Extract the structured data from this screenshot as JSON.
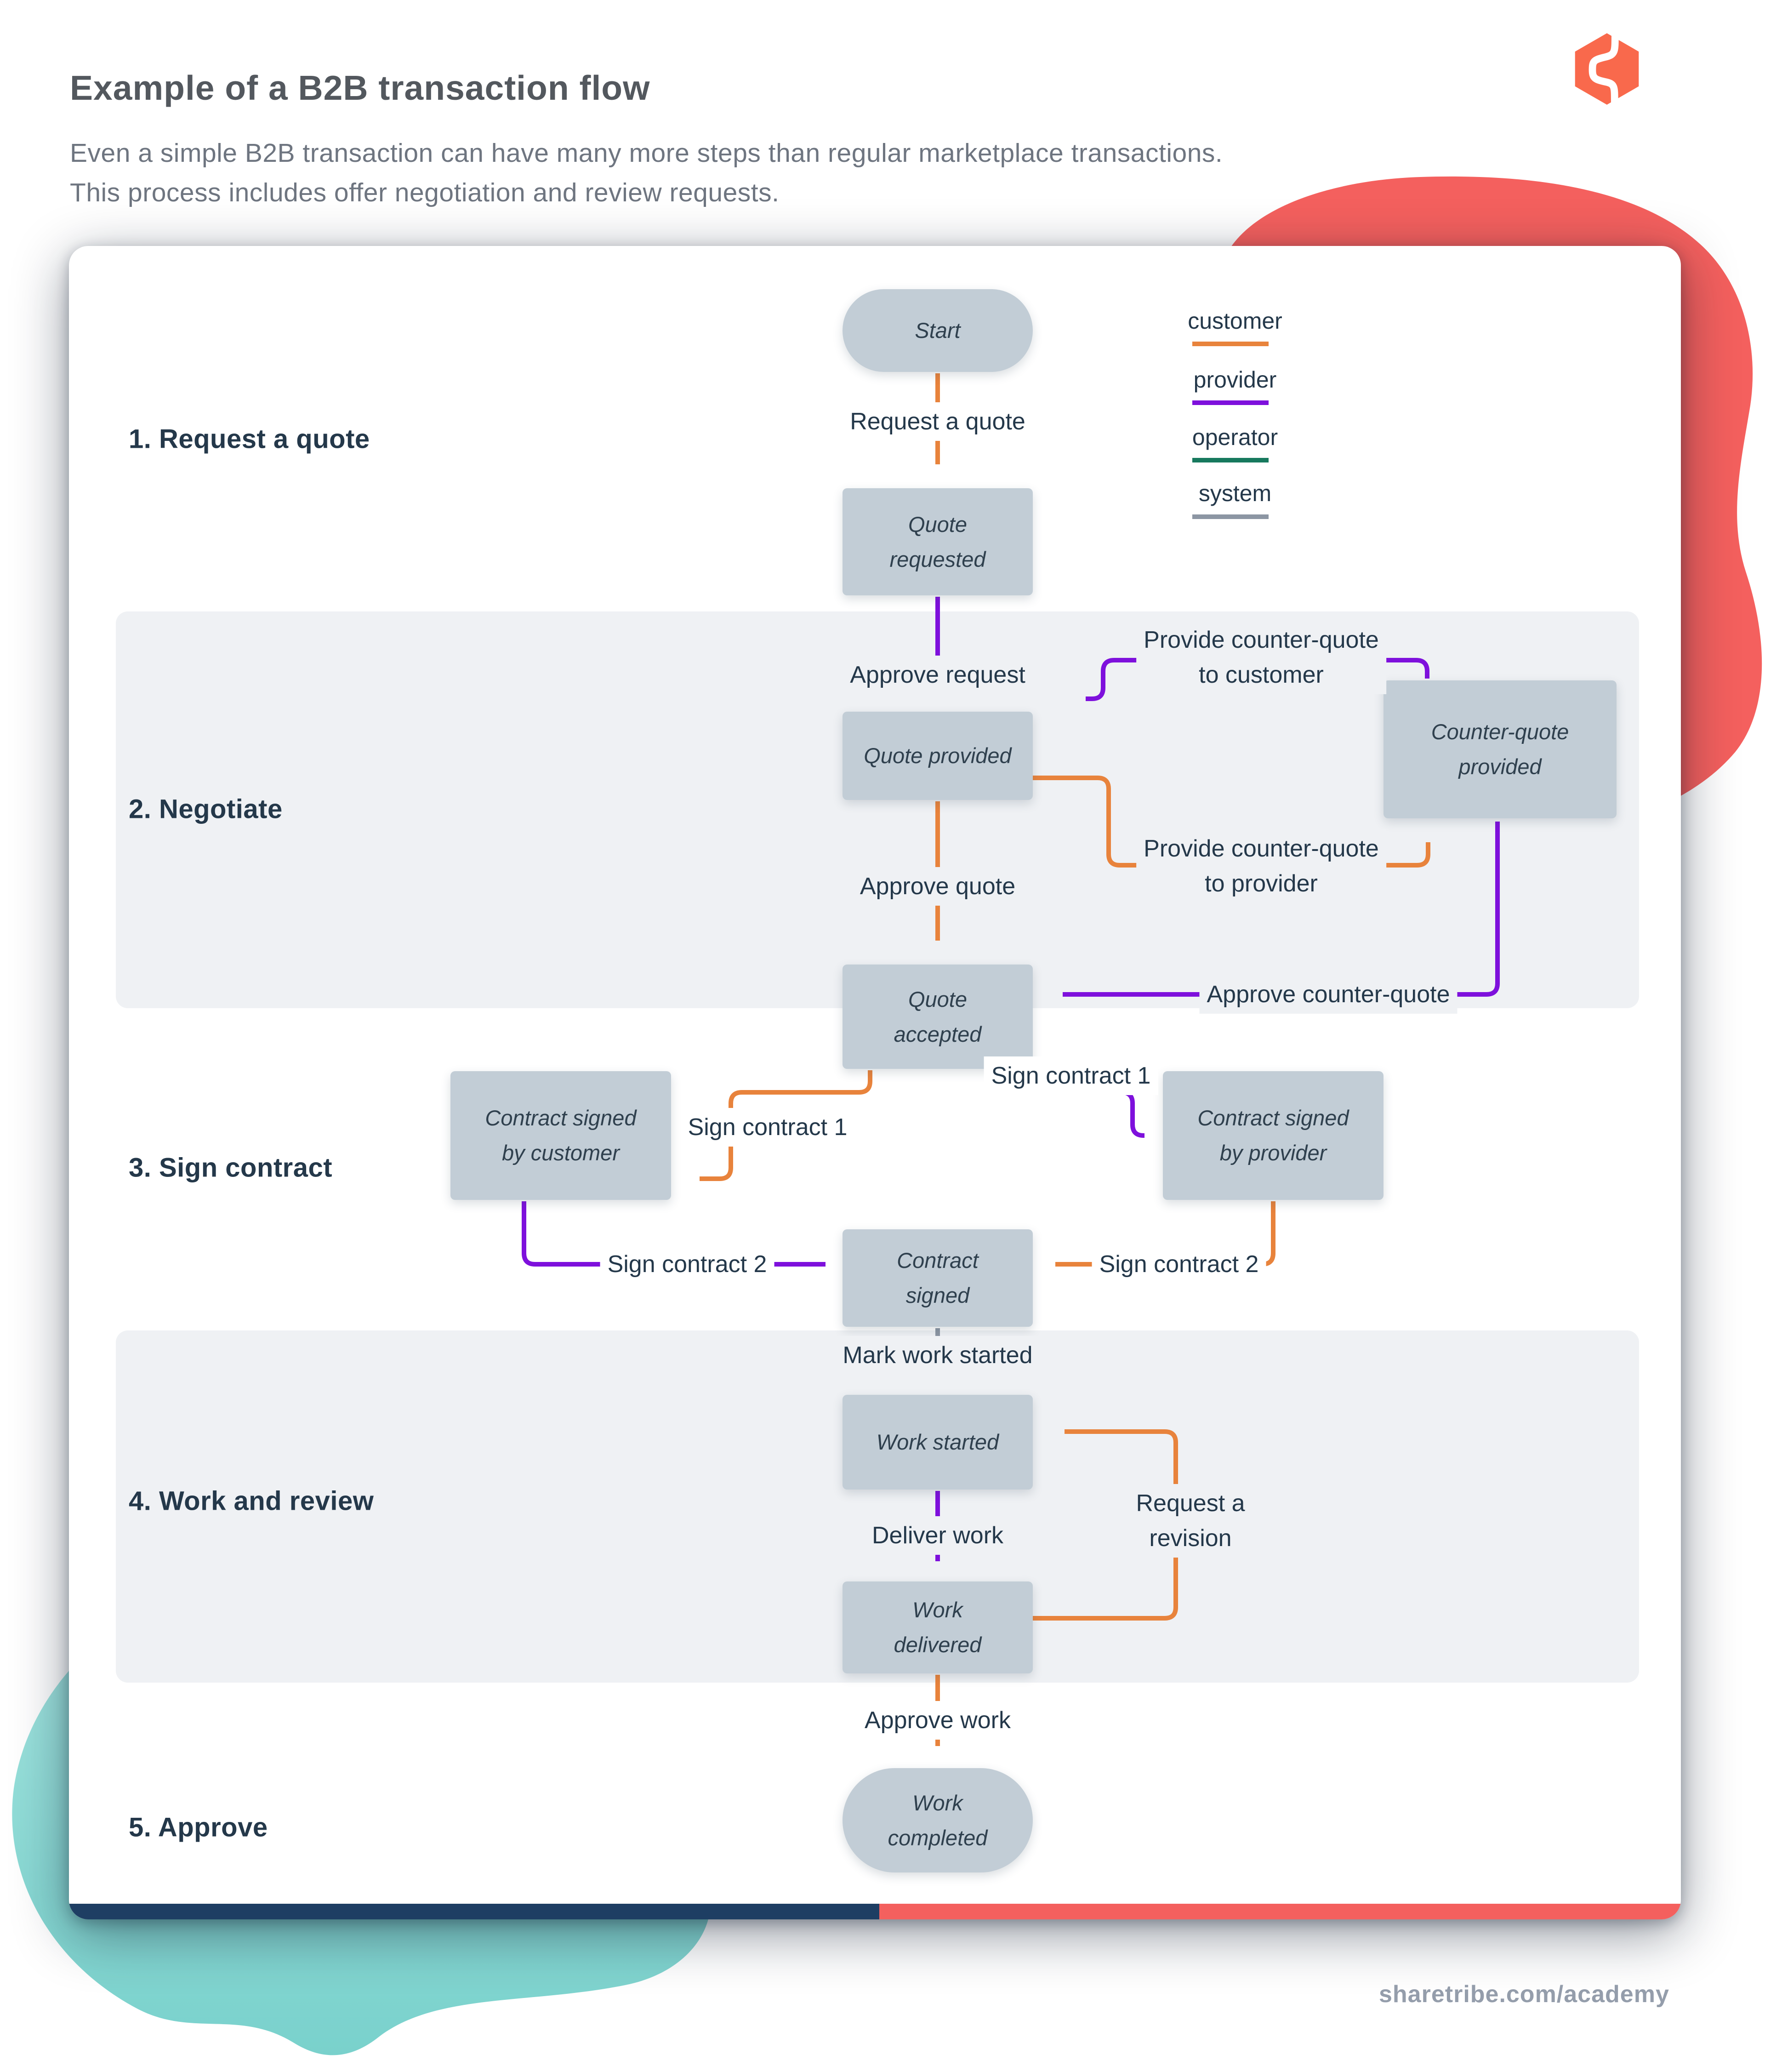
{
  "header": {
    "title": "Example of a B2B transaction flow",
    "subtitle_line1": "Even a simple B2B transaction can have many more steps than regular marketplace transactions.",
    "subtitle_line2": "This process includes offer negotiation and review requests."
  },
  "branding": {
    "logo_icon": "sharetribe-hexagon-logo",
    "footer_link": "sharetribe.com/academy"
  },
  "legend": {
    "items": [
      {
        "label": "customer",
        "color": "#E8833C"
      },
      {
        "label": "provider",
        "color": "#7E10DC"
      },
      {
        "label": "operator",
        "color": "#17795E"
      },
      {
        "label": "system",
        "color": "#8C96A3"
      }
    ]
  },
  "sections": [
    {
      "label": "1. Request a quote"
    },
    {
      "label": "2. Negotiate"
    },
    {
      "label": "3. Sign contract"
    },
    {
      "label": "4. Work and review"
    },
    {
      "label": "5. Approve"
    }
  ],
  "nodes": {
    "start": {
      "label": "Start"
    },
    "quote_requested": {
      "label": "Quote\nrequested"
    },
    "quote_provided": {
      "label": "Quote provided"
    },
    "counter_quote_provided": {
      "label": "Counter-quote\nprovided"
    },
    "quote_accepted": {
      "label": "Quote\naccepted"
    },
    "contract_signed_customer": {
      "label": "Contract signed\nby customer"
    },
    "contract_signed_provider": {
      "label": "Contract signed\nby provider"
    },
    "contract_signed": {
      "label": "Contract\nsigned"
    },
    "work_started": {
      "label": "Work started"
    },
    "work_delivered": {
      "label": "Work\ndelivered"
    },
    "work_completed": {
      "label": "Work\ncompleted"
    }
  },
  "transitions": {
    "request_a_quote": "Request a quote",
    "approve_request": "Approve request",
    "provide_counter_quote_customer": "Provide counter-quote\nto customer",
    "provide_counter_quote_provider": "Provide counter-quote\nto provider",
    "approve_quote": "Approve quote",
    "approve_counter_quote": "Approve counter-quote",
    "sign_contract_1_left": "Sign contract 1",
    "sign_contract_1_right": "Sign contract 1",
    "sign_contract_2_left": "Sign contract 2",
    "sign_contract_2_right": "Sign contract 2",
    "mark_work_started": "Mark work started",
    "deliver_work": "Deliver work",
    "request_a_revision": "Request a\nrevision",
    "approve_work": "Approve work"
  },
  "colors": {
    "customer_arrow": "#E8833C",
    "provider_arrow": "#7E10DC",
    "operator_arrow": "#17795E",
    "system_arrow": "#8C96A3",
    "node_fill": "#C2CDD6",
    "node_text": "#2F404E",
    "label_text": "#24384A",
    "section_band": "#EFF1F4",
    "card_background": "#FFFFFF",
    "footer_bar_navy": "#1E3E63",
    "footer_bar_red": "#F4605E",
    "coral_blob": "#F4605E",
    "teal_blob_light": "#A5E6E1",
    "teal_blob_dark": "#79D1CC",
    "logo_coral": "#F9694C",
    "title_text": "#53585E",
    "subtitle_text": "#6E7580",
    "footer_link_text": "#949DAB"
  }
}
